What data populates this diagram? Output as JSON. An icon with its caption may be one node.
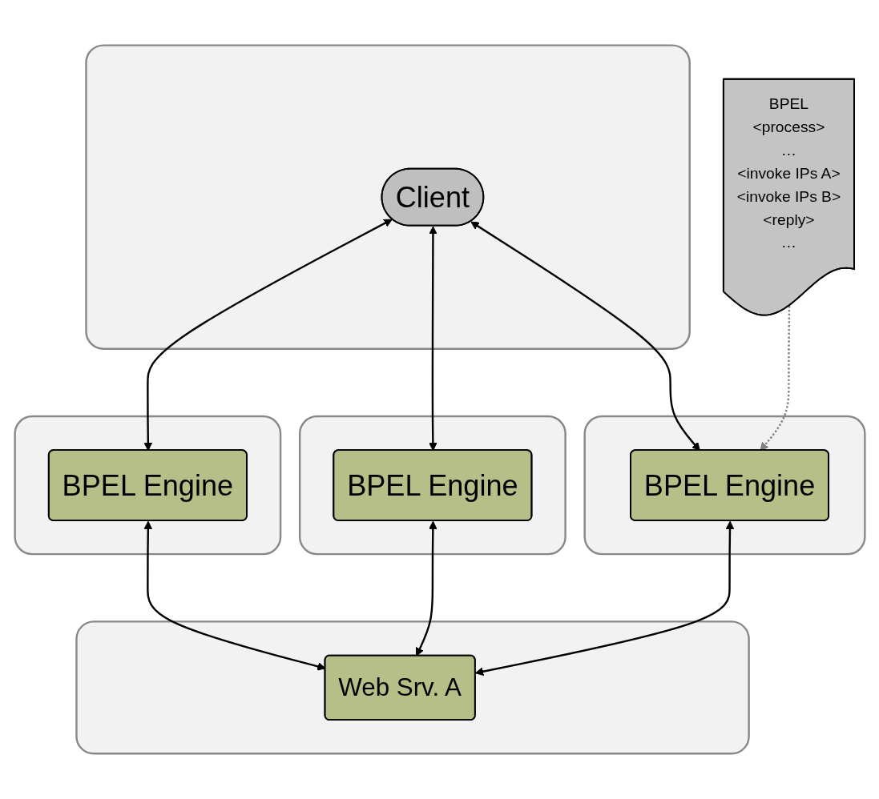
{
  "diagram": {
    "nodes": [
      {
        "text": [],
        "shape": "box"
      },
      {
        "text": [
          "Client"
        ],
        "in": 0
      },
      {
        "text": [
          "BPEL",
          "<process>",
          "…",
          "<invoke IPs A>",
          "<invoke IPs B>",
          "<reply>",
          "…"
        ]
      },
      {
        "text": [],
        "shape": "box"
      },
      {
        "text": [
          "BPEL Engine"
        ],
        "in": 3
      },
      {
        "text": [],
        "shape": "box"
      },
      {
        "text": [
          "BPEL Engine"
        ],
        "in": 5
      },
      {
        "text": [],
        "shape": "box"
      },
      {
        "text": [
          "BPEL Engine"
        ],
        "in": 7
      },
      {
        "text": [],
        "shape": "box"
      },
      {
        "text": [
          "Web Srv. A"
        ],
        "in": 9
      }
    ],
    "edges": [
      {
        "from": 1,
        "to": 4,
        "arrow": "both"
      },
      {
        "from": 1,
        "to": 6,
        "arrow": "both"
      },
      {
        "from": 1,
        "to": 8,
        "arrow": "both"
      },
      {
        "from": 2,
        "to": 4,
        "arrow": "to",
        "style": "dashed",
        "color": "#808080"
      },
      {
        "from": 4,
        "to": 10,
        "arrow": "both"
      },
      {
        "from": 6,
        "to": 10,
        "arrow": "both"
      },
      {
        "from": 8,
        "to": 10,
        "arrow": "both"
      }
    ]
  }
}
